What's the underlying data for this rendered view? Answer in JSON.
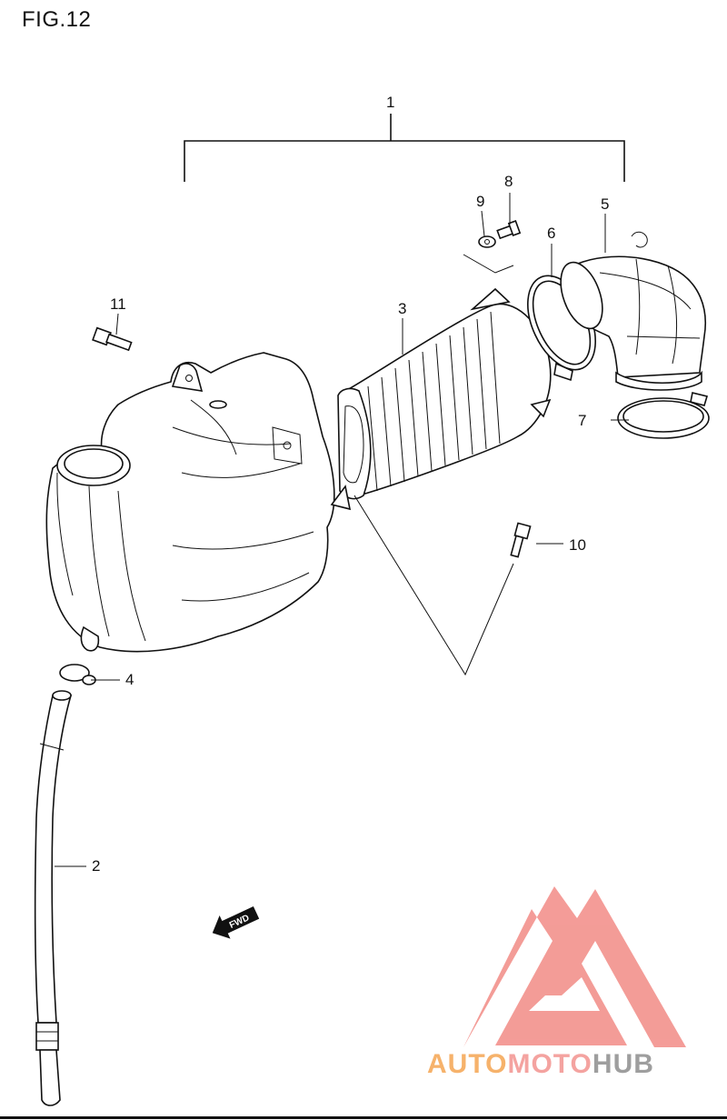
{
  "figure": {
    "title": "FIG.12"
  },
  "callouts": [
    {
      "id": "1",
      "label": "1"
    },
    {
      "id": "2",
      "label": "2"
    },
    {
      "id": "3",
      "label": "3"
    },
    {
      "id": "4",
      "label": "4"
    },
    {
      "id": "5",
      "label": "5"
    },
    {
      "id": "6",
      "label": "6"
    },
    {
      "id": "7",
      "label": "7"
    },
    {
      "id": "8",
      "label": "8"
    },
    {
      "id": "9",
      "label": "9"
    },
    {
      "id": "10",
      "label": "10"
    },
    {
      "id": "11",
      "label": "11"
    }
  ],
  "direction_marker": {
    "label": "FWD"
  },
  "watermark": {
    "parts": [
      "AUTO",
      "MOTO",
      "HUB"
    ],
    "colors": {
      "auto": "#f6b26b",
      "moto": "#f4a3a0",
      "hub": "#9e9e9e",
      "logo": "#f28b86"
    }
  }
}
